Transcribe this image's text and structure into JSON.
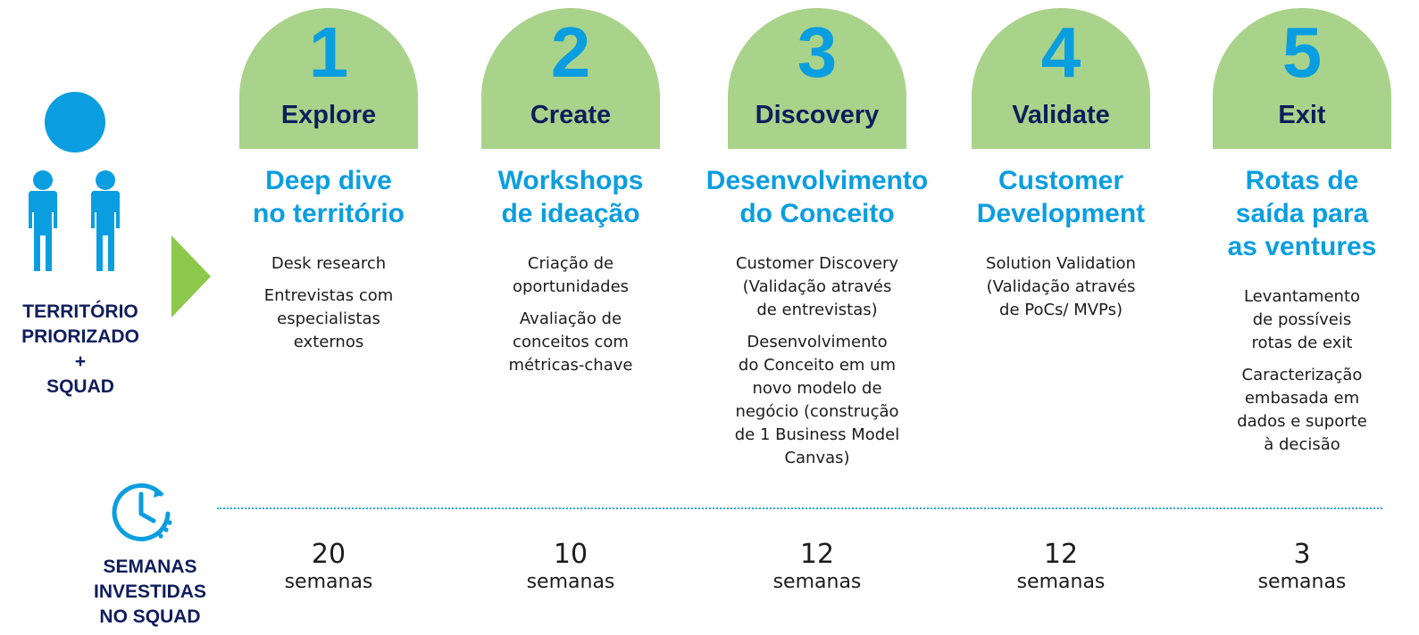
{
  "left": {
    "team_label_lines": [
      "TERRITÓRIO",
      "PRIORIZADO",
      "+",
      "SQUAD"
    ],
    "weeks_label_lines": [
      "SEMANAS",
      "INVESTIDAS",
      "NO SQUAD"
    ],
    "icons": [
      "squad-icon",
      "clock-icon",
      "arrow-right-icon"
    ]
  },
  "colors": {
    "blue": "#0a9ee0",
    "navy": "#0f1d5c",
    "green_circle": "#a9d38a",
    "green_arrow": "#8cc84b"
  },
  "phases": [
    {
      "number": "1",
      "name": "Explore",
      "title": "Deep dive\nno território",
      "items": [
        "Desk research",
        "Entrevistas com\nespecialistas\nexternos"
      ],
      "duration_value": "20",
      "duration_unit": "semanas"
    },
    {
      "number": "2",
      "name": "Create",
      "title": "Workshops\nde ideação",
      "items": [
        "Criação de\noportunidades",
        "Avaliação de\nconceitos com\nmétricas-chave"
      ],
      "duration_value": "10",
      "duration_unit": "semanas"
    },
    {
      "number": "3",
      "name": "Discovery",
      "title": "Desenvolvimento\ndo Conceito",
      "items": [
        "Customer Discovery\n(Validação através\nde entrevistas)",
        "Desenvolvimento\ndo Conceito em um\nnovo modelo de\nnegócio (construção\nde 1 Business Model\nCanvas)"
      ],
      "duration_value": "12",
      "duration_unit": "semanas"
    },
    {
      "number": "4",
      "name": "Validate",
      "title": "Customer\nDevelopment",
      "items": [
        "Solution Validation\n(Validação através\nde PoCs/ MVPs)"
      ],
      "duration_value": "12",
      "duration_unit": "semanas"
    },
    {
      "number": "5",
      "name": "Exit",
      "title": "Rotas de\nsaída para\nas ventures",
      "items": [
        "Levantamento\nde possíveis\nrotas de exit",
        "Caracterização\nembasada em\ndados e suporte\nà decisão"
      ],
      "duration_value": "3",
      "duration_unit": "semanas"
    }
  ]
}
